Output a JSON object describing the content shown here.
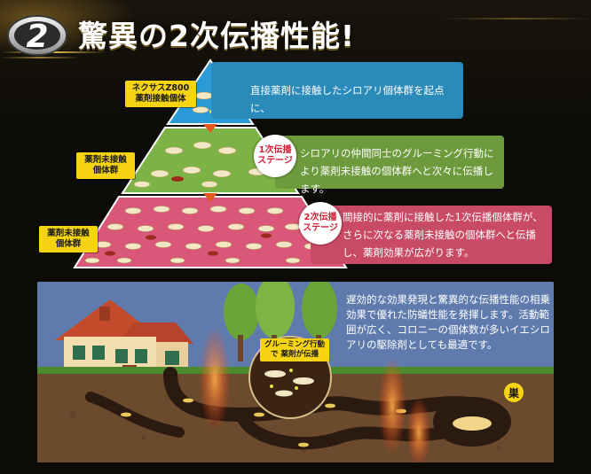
{
  "header": {
    "badge_number": "2",
    "title": "驚異の2次伝播性能!"
  },
  "pyramid": {
    "tiers": [
      {
        "tag": "ネクサスZ800 薬剤接触個体",
        "callout": "直接薬剤に接触したシロアリ個体群を起点に、",
        "color": "#2a9bd6"
      },
      {
        "tag": "薬剤未接触 個体群",
        "stage": "1次伝播 ステージ",
        "callout": "シロアリの仲間同士のグルーミング行動により薬剤未接触の個体群へと次々に伝播します。",
        "color": "#7db346"
      },
      {
        "tag": "薬剤未接触 個体群",
        "stage": "2次伝播 ステージ",
        "callout": "間接的に薬剤に接触した1次伝播個体群が、さらに次なる薬剤未接触の個体群へと伝播し、薬剤効果が広がります。",
        "color": "#d9587a"
      }
    ]
  },
  "scene": {
    "description_text": "遅効的な効果発現と驚異的な伝播性能の相乗効果で優れた防蟻性能を発揮します。活動範囲が広く、コロニーの個体数が多いイエシロアリの駆除剤としても最適です。",
    "bubble_label": "グルーミング行動で 薬剤が伝播",
    "nest_label": "巣"
  },
  "colors": {
    "sky": "#5f7bad",
    "soil": "#6b4a2e",
    "tunnel": "#2a1a10",
    "accent_yellow": "#f6d414"
  }
}
